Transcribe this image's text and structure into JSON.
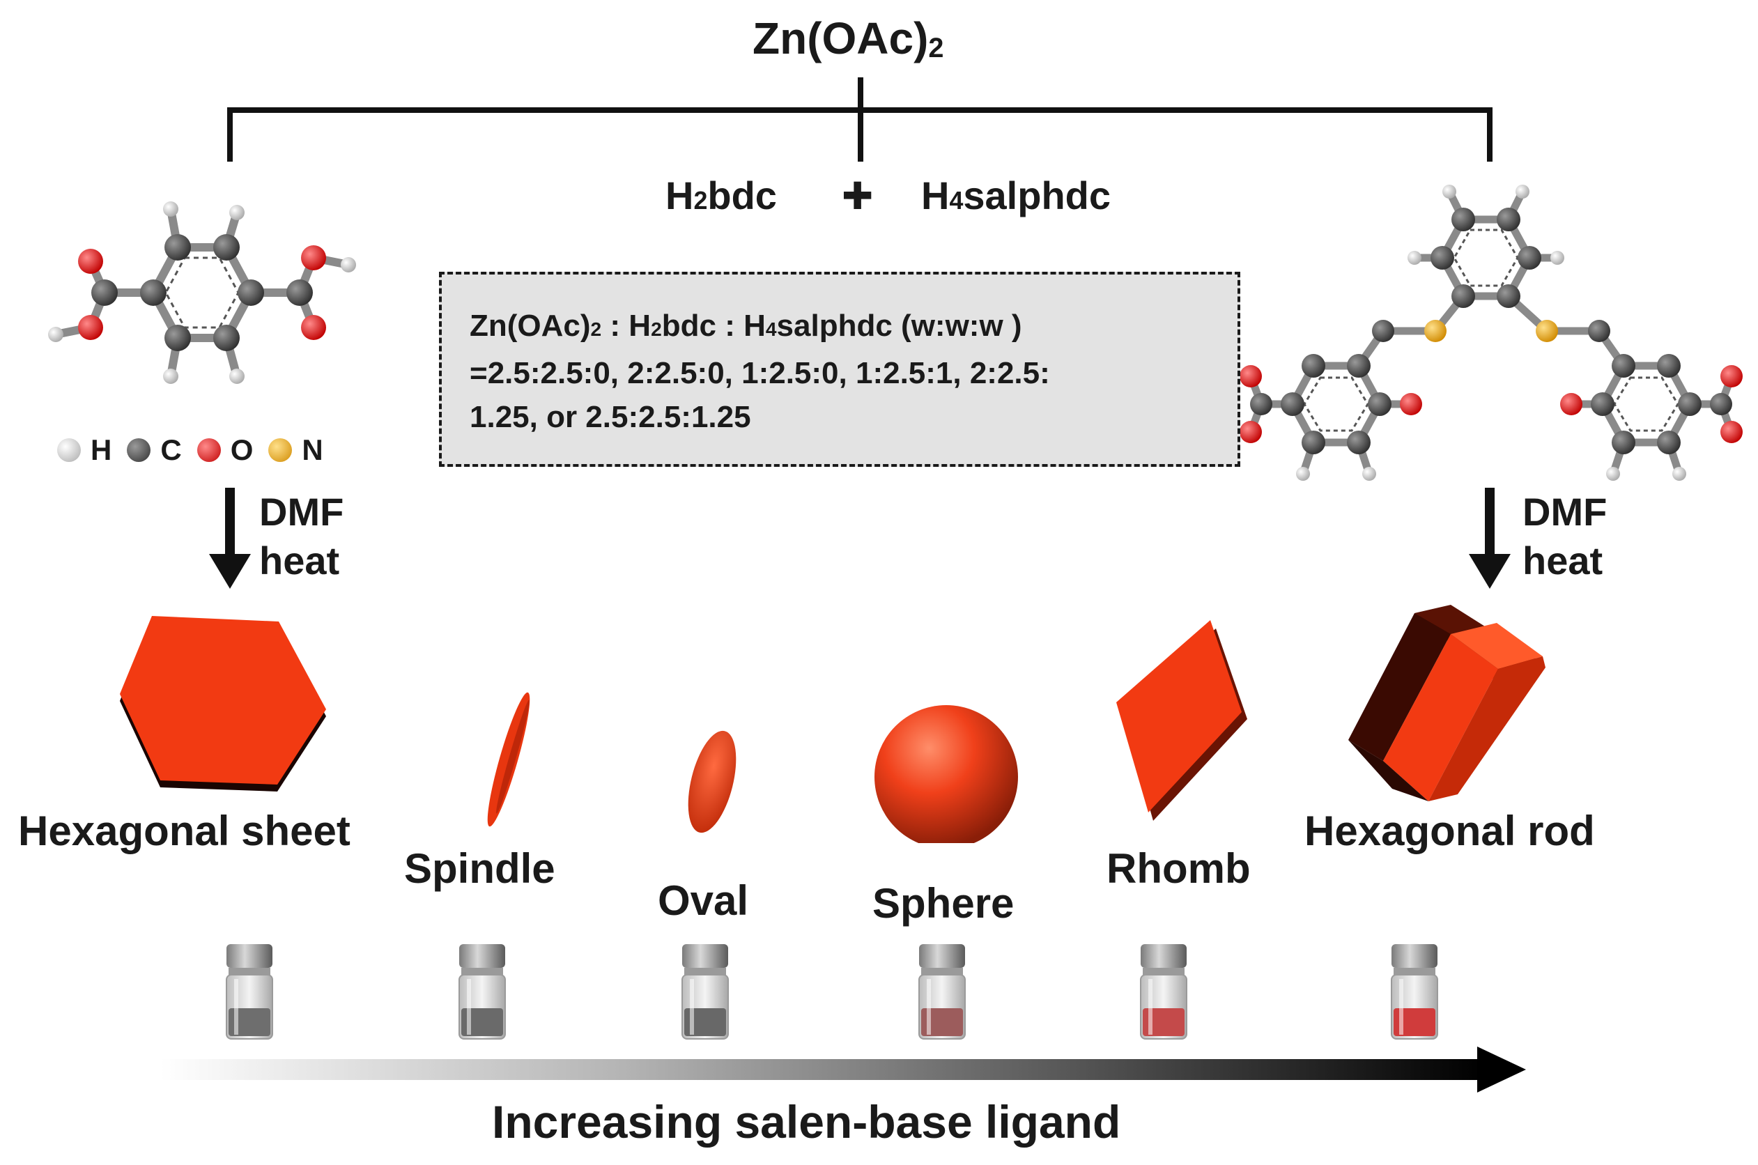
{
  "top": {
    "metal_source": "Zn(OAc)",
    "metal_source_subscript": "2",
    "ligand_1_prefix": "H",
    "ligand_1_sub": "2",
    "ligand_1_rest": "bdc",
    "plus": "✚",
    "ligand_2_prefix": "H",
    "ligand_2_sub": "4",
    "ligand_2_rest": "salphdc"
  },
  "conditions_box": {
    "line1_a": "Zn(OAc)",
    "line1_a_sub": "2",
    "line1_b": " : H",
    "line1_b_sub": "2",
    "line1_c": "bdc : H",
    "line1_c_sub": "4",
    "line1_d": "salphdc (w:w:w )",
    "line2": "=2.5:2.5:0, 2:2.5:0, 1:2.5:0, 1:2.5:1, 2:2.5:",
    "line3": "1.25, or 2.5:2.5:1.25"
  },
  "atom_legend": [
    {
      "symbol": "H",
      "color": "#c8c8c8"
    },
    {
      "symbol": "C",
      "color": "#3c3c3c"
    },
    {
      "symbol": "O",
      "color": "#e01818"
    },
    {
      "symbol": "N",
      "color": "#f2b01e"
    }
  ],
  "reaction_conditions": {
    "left_line1": "DMF",
    "left_line2": "heat",
    "right_line1": "DMF",
    "right_line2": "heat"
  },
  "morphologies": [
    {
      "label": "Hexagonal sheet",
      "shape": "hexagonal-sheet"
    },
    {
      "label": "Spindle",
      "shape": "spindle"
    },
    {
      "label": "Oval",
      "shape": "oval"
    },
    {
      "label": "Sphere",
      "shape": "sphere"
    },
    {
      "label": "Rhomb",
      "shape": "rhomb"
    },
    {
      "label": "Hexagonal rod",
      "shape": "hexagonal-rod"
    }
  ],
  "vials": [
    {
      "liquid_color": "#6e6e6e"
    },
    {
      "liquid_color": "#6a6a6a"
    },
    {
      "liquid_color": "#686868"
    },
    {
      "liquid_color": "#9c5c5c"
    },
    {
      "liquid_color": "#c44a4a"
    },
    {
      "liquid_color": "#d03c3c"
    }
  ],
  "trend_arrow": {
    "label": "Increasing salen-base ligand"
  },
  "colors": {
    "crystal": "#f23a12",
    "crystal_dark": "#8a1a06",
    "line": "#111111"
  }
}
